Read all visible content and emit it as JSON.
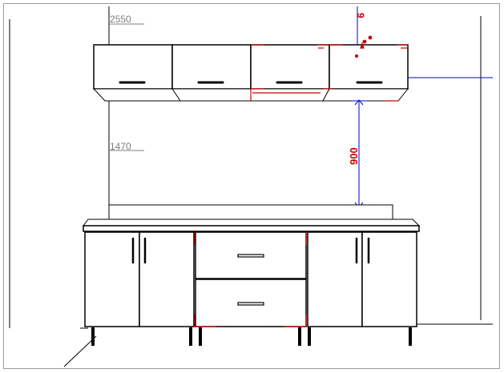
{
  "dimensions": {
    "total_height": "2550",
    "counter_to_wall_cabinet": "1470",
    "gap_label": "900",
    "top_small": "9"
  },
  "colors": {
    "line": "#000000",
    "dimension_gray": "#7f7f7f",
    "dimension_red": "#cc0000",
    "dimension_blue": "#0000cc",
    "frame": "#9a9a9a",
    "panel_fill": "#ffffff"
  }
}
